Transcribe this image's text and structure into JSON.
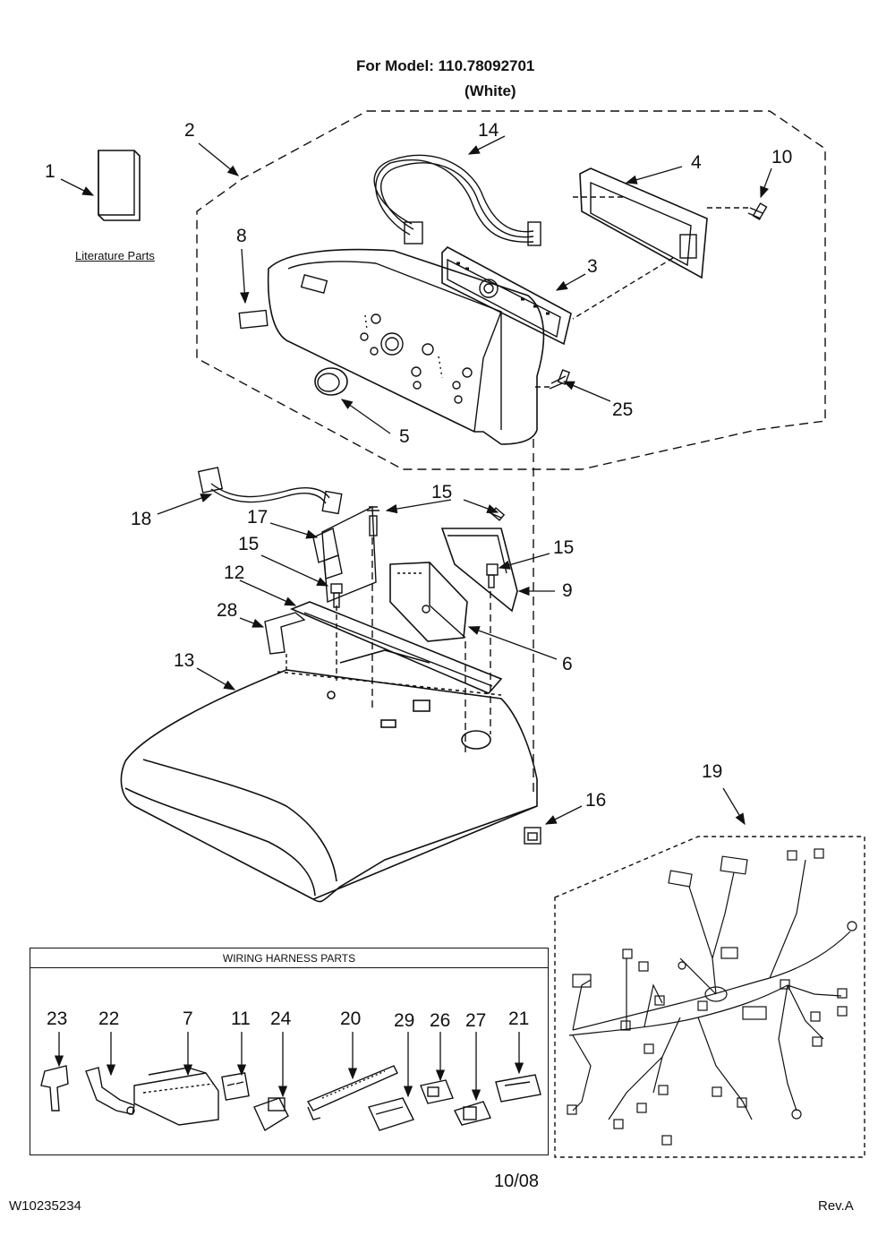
{
  "header": {
    "model_line": "For Model: 110.78092701",
    "color_line": "(White)"
  },
  "labels": {
    "literature": "Literature Parts",
    "harness_title": "WIRING HARNESS PARTS"
  },
  "callouts": {
    "p1": "1",
    "p2": "2",
    "p3": "3",
    "p4": "4",
    "p5": "5",
    "p6": "6",
    "p7": "7",
    "p8": "8",
    "p9": "9",
    "p10": "10",
    "p11": "11",
    "p12": "12",
    "p13": "13",
    "p14": "14",
    "p15a": "15",
    "p15b": "15",
    "p15c": "15",
    "p16": "16",
    "p17": "17",
    "p18": "18",
    "p19": "19",
    "p20": "20",
    "p21": "21",
    "p22": "22",
    "p23": "23",
    "p24": "24",
    "p25": "25",
    "p26": "26",
    "p27": "27",
    "p28": "28",
    "p29": "29"
  },
  "footer": {
    "doc_number": "W10235234",
    "date": "10/08",
    "revision": "Rev.A"
  }
}
